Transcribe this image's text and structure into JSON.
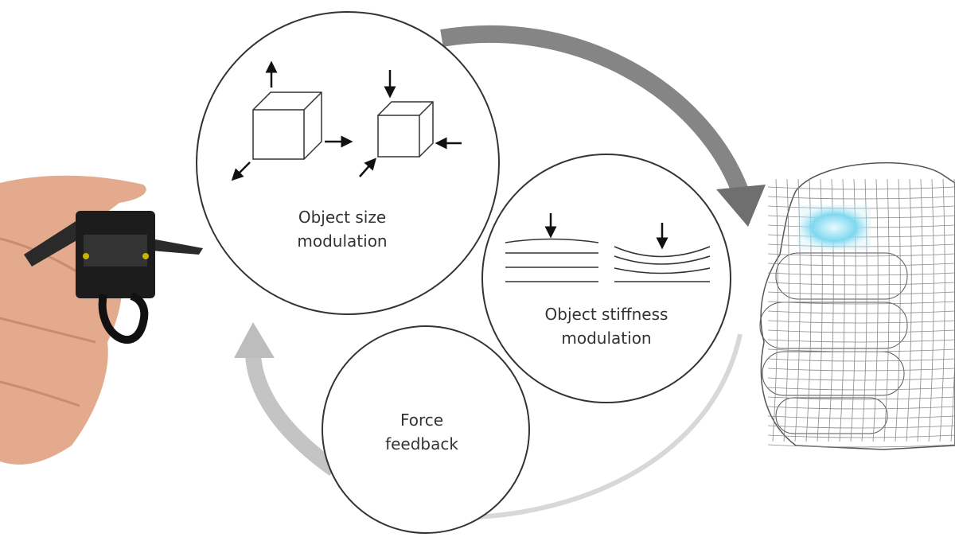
{
  "diagram": {
    "nodes": [
      {
        "id": "size",
        "line1": "Object size",
        "line2": "modulation"
      },
      {
        "id": "stiffness",
        "line1": "Object stiffness",
        "line2": "modulation"
      },
      {
        "id": "force",
        "line1": "Force",
        "line2": "feedback"
      }
    ],
    "colors": {
      "arrow_dark": "#808080",
      "arrow_light": "#bdbdbd",
      "glow": "#7fd8f0",
      "skin": "#e0a98c",
      "device": "#1c1c1c"
    }
  }
}
